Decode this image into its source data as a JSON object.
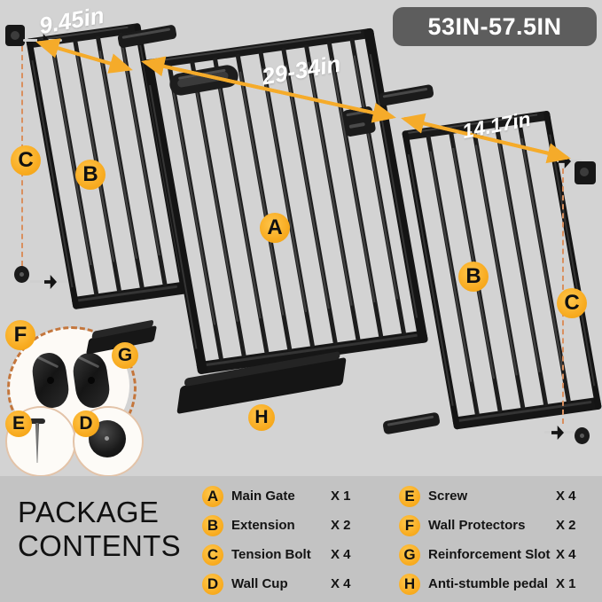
{
  "badge": {
    "size_range": "53IN-57.5IN"
  },
  "dimensions": {
    "left_extension": "9.45in",
    "main_gate": "29-34in",
    "right_extension": "14.17in"
  },
  "diagram_markers": [
    {
      "letter": "C",
      "name": "tension-bolt-left-top"
    },
    {
      "letter": "B",
      "name": "extension-left"
    },
    {
      "letter": "A",
      "name": "main-gate"
    },
    {
      "letter": "B",
      "name": "extension-right"
    },
    {
      "letter": "C",
      "name": "tension-bolt-right"
    },
    {
      "letter": "F",
      "name": "wall-protectors"
    },
    {
      "letter": "G",
      "name": "reinforcement-slot"
    },
    {
      "letter": "E",
      "name": "screw"
    },
    {
      "letter": "D",
      "name": "wall-cup"
    },
    {
      "letter": "H",
      "name": "anti-stumble-pedal"
    }
  ],
  "footer": {
    "title_line1": "PACKAGE",
    "title_line2": "CONTENTS",
    "columns": [
      [
        {
          "letter": "A",
          "name": "Main Gate",
          "qty": "X 1"
        },
        {
          "letter": "B",
          "name": "Extension",
          "qty": "X 2"
        },
        {
          "letter": "C",
          "name": "Tension Bolt",
          "qty": "X 4"
        },
        {
          "letter": "D",
          "name": "Wall Cup",
          "qty": "X 4"
        }
      ],
      [
        {
          "letter": "E",
          "name": "Screw",
          "qty": "X 4"
        },
        {
          "letter": "F",
          "name": "Wall Protectors",
          "qty": "X 2"
        },
        {
          "letter": "G",
          "name": "Reinforcement Slot",
          "qty": "X 4"
        },
        {
          "letter": "H",
          "name": "Anti-stumble pedal",
          "qty": "X 1"
        }
      ]
    ]
  },
  "colors": {
    "background": "#d3d3d3",
    "footer_bg": "#c3c3c3",
    "badge_bg": "#5d5d5d",
    "badge_text": "#ffffff",
    "marker_orange": "#f8ab20",
    "arrow_orange": "#f5ab2a",
    "dashed_guide": "#d98f5e",
    "metal_black": "#1a1a1a"
  }
}
